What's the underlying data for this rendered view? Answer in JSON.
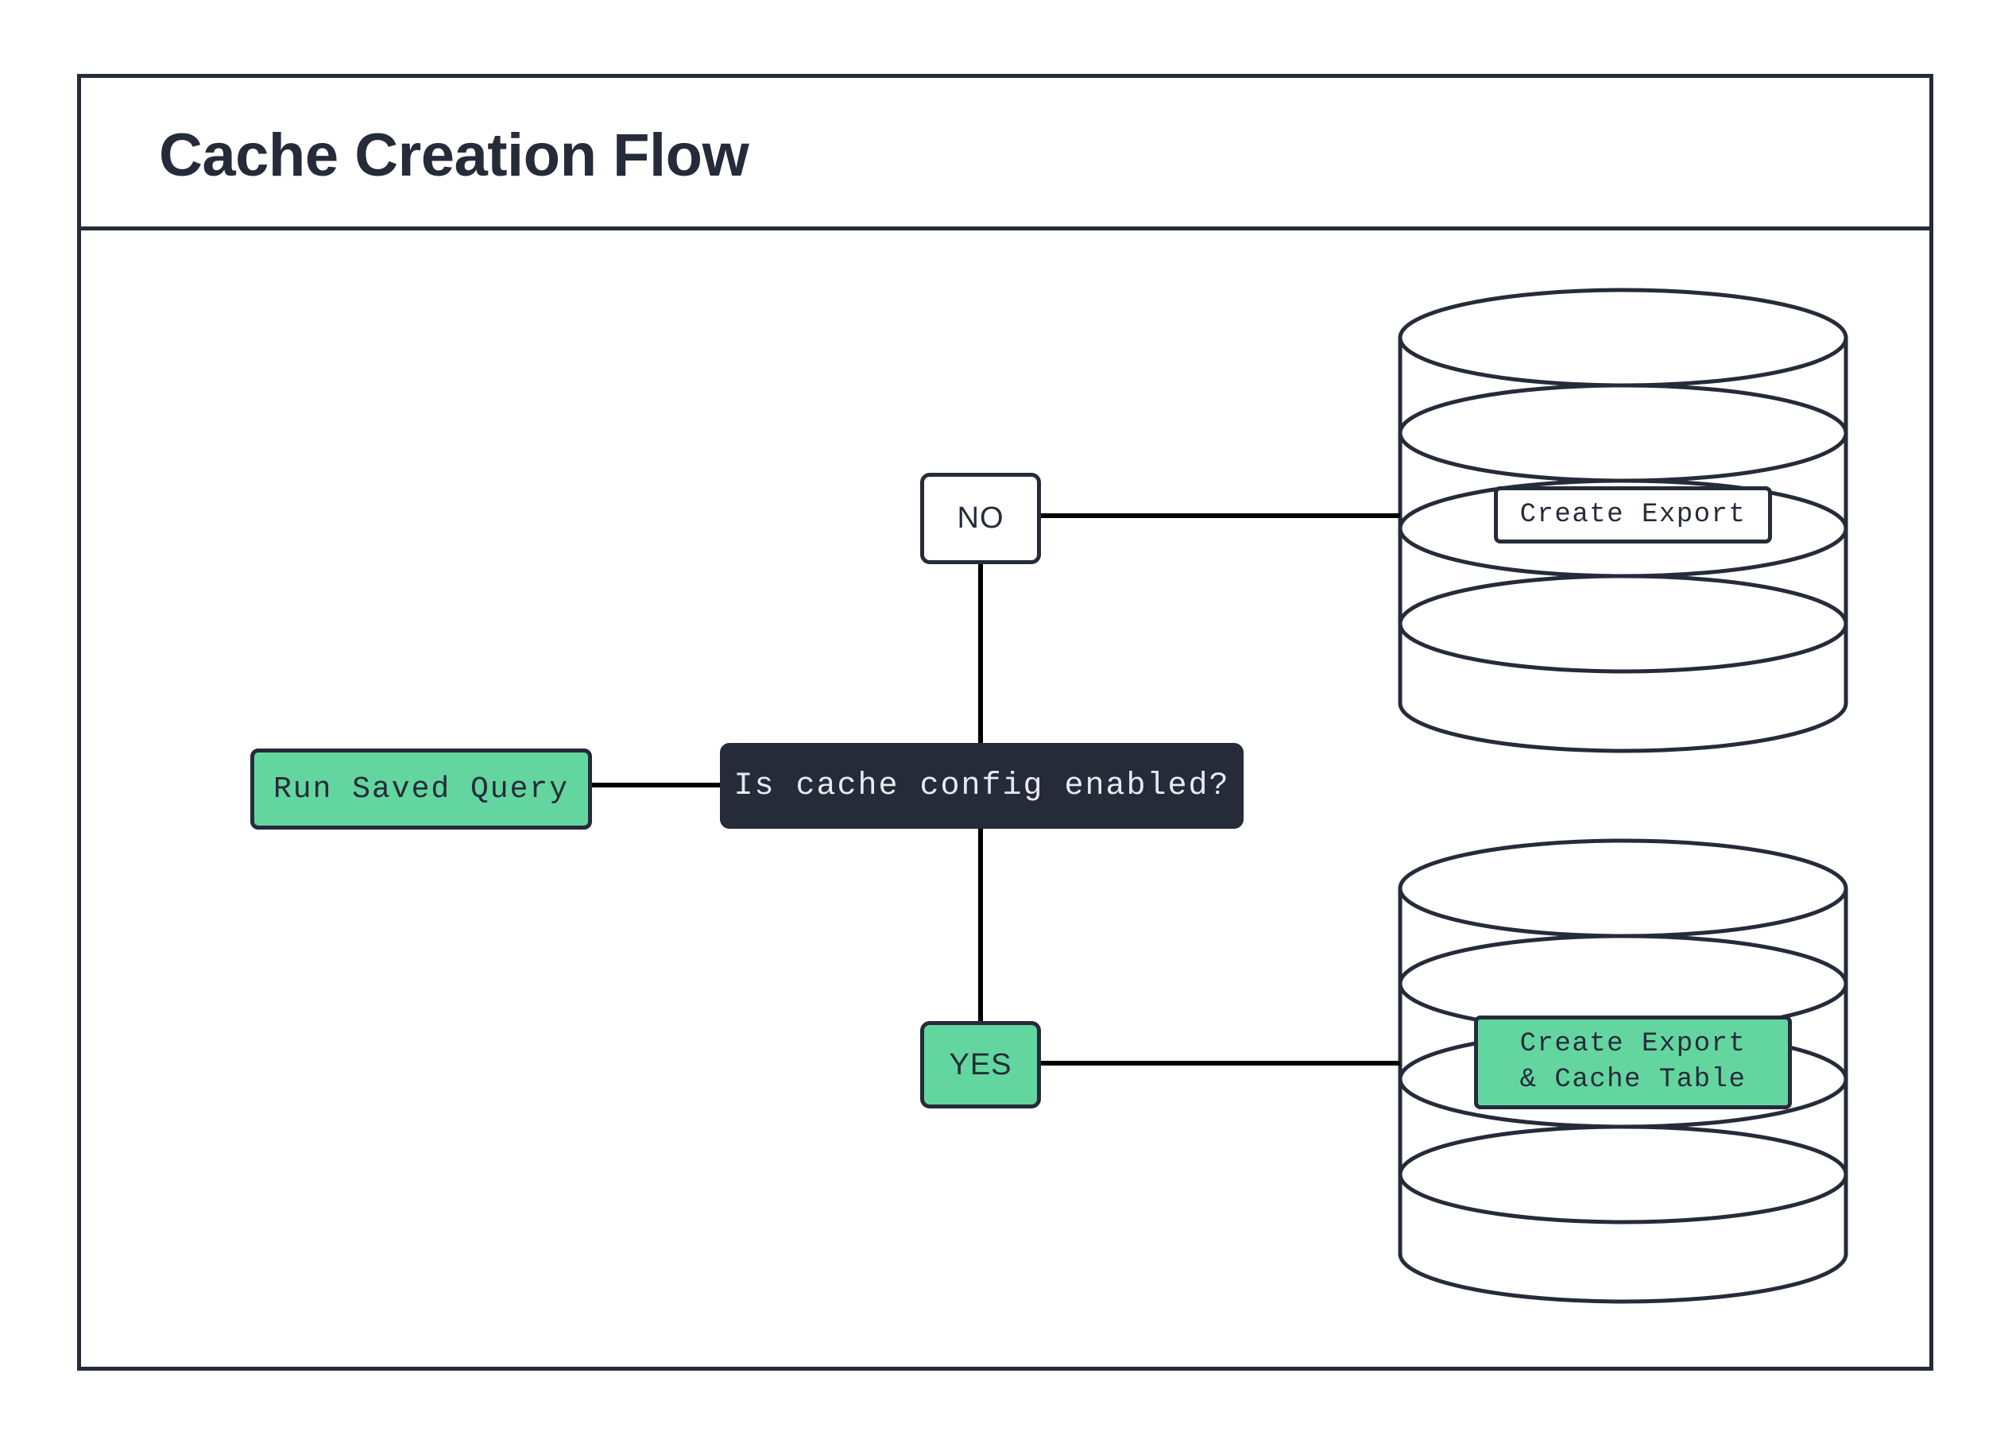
{
  "diagram": {
    "title": "Cache Creation Flow",
    "type": "flowchart",
    "colors": {
      "accent_green": "#63d6a0",
      "dark_navy": "#262b3a",
      "white": "#ffffff",
      "edge": "#000000"
    },
    "nodes": [
      {
        "id": "run_saved_query",
        "label": "Run Saved Query",
        "shape": "rounded-rect",
        "fill": "#63d6a0",
        "font": "mono"
      },
      {
        "id": "decision",
        "label": "Is cache config enabled?",
        "shape": "rounded-rect",
        "fill": "#262b3a",
        "font": "mono"
      },
      {
        "id": "label_no",
        "label": "NO",
        "shape": "rounded-rect",
        "fill": "#ffffff",
        "font": "sans"
      },
      {
        "id": "label_yes",
        "label": "YES",
        "shape": "rounded-rect",
        "fill": "#63d6a0",
        "font": "sans"
      },
      {
        "id": "db_top",
        "label": "",
        "shape": "cylinder",
        "fill": "#ffffff"
      },
      {
        "id": "db_bottom",
        "label": "",
        "shape": "cylinder",
        "fill": "#ffffff"
      },
      {
        "id": "create_export",
        "label": "Create Export",
        "shape": "rounded-rect",
        "fill": "#ffffff",
        "font": "mono"
      },
      {
        "id": "create_export_cache",
        "label_line1": "Create Export",
        "label_line2": "& Cache Table",
        "shape": "rounded-rect",
        "fill": "#63d6a0",
        "font": "mono"
      }
    ],
    "edges": [
      {
        "from": "run_saved_query",
        "to": "decision",
        "label": ""
      },
      {
        "from": "decision",
        "to": "label_no",
        "label": ""
      },
      {
        "from": "label_no",
        "to": "db_top",
        "label": ""
      },
      {
        "from": "decision",
        "to": "label_yes",
        "label": ""
      },
      {
        "from": "label_yes",
        "to": "db_bottom",
        "label": ""
      }
    ]
  }
}
